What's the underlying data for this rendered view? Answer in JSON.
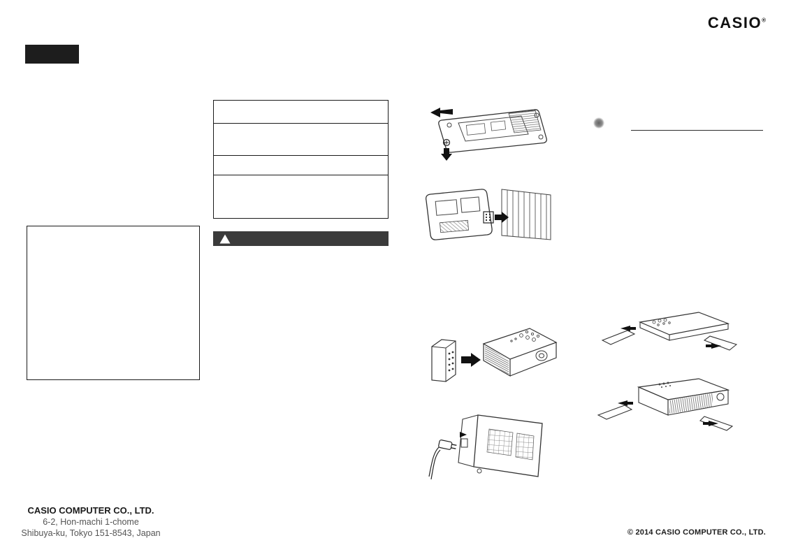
{
  "brand": {
    "logo_text": "CASIO",
    "registered_mark": "®"
  },
  "icons": {
    "caution_triangle": "caution-triangle-icon",
    "section_bullet": "bullet-dot-icon"
  },
  "illustrations": [
    "projector-bottom-view-with-screw-and-arrows",
    "projector-side-attach-to-slatted-mount",
    "projector-filter-attach",
    "projector-power-cord-connect",
    "projector-handheld-top-view",
    "projector-handheld-front-view"
  ],
  "footer": {
    "company_name": "CASIO COMPUTER CO., LTD.",
    "address_line_1": "6-2, Hon-machi 1-chome",
    "address_line_2": "Shibuya-ku, Tokyo 151-8543, Japan"
  },
  "copyright_notice": "© 2014 CASIO COMPUTER CO., LTD.",
  "colors": {
    "caution_bar": "#3b3b3b",
    "label_block": "#1d1d1d",
    "line": "#1a1a1a"
  }
}
